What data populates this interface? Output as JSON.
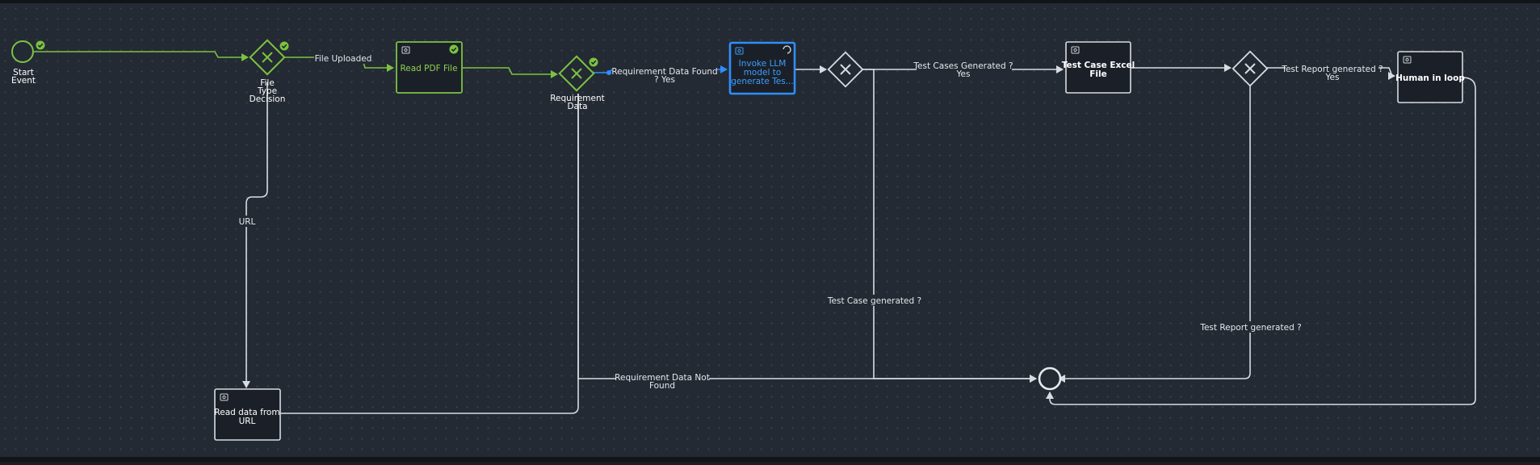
{
  "colors": {
    "background": "#232a33",
    "completed": "#7cc242",
    "active": "#2f8fff",
    "pending": "#d8dce2",
    "task_fill": "#1b2028"
  },
  "nodes": {
    "start_event": {
      "label_line1": "Start",
      "label_line2": "Event",
      "status": "completed"
    },
    "gateway_file_type": {
      "label_line1": "File",
      "label_line2": "Type",
      "label_line3": "Decision",
      "status": "completed"
    },
    "task_read_pdf": {
      "label": "Read PDF File",
      "status": "completed"
    },
    "gateway_requirement": {
      "label_line1": "Requirement",
      "label_line2": "Data",
      "status": "completed"
    },
    "task_invoke_llm": {
      "label_line1": "Invoke LLM",
      "label_line2": "model to",
      "label_line3": "generate Tes...",
      "status": "running"
    },
    "gateway_test_cases": {
      "label": "",
      "status": "pending"
    },
    "task_test_case_excel": {
      "label_line1": "Test Case Excel",
      "label_line2": "File",
      "status": "pending"
    },
    "gateway_test_report": {
      "label": "",
      "status": "pending"
    },
    "task_human_in_loop": {
      "label": "Human in loop",
      "status": "pending"
    },
    "task_read_url": {
      "label_line1": "Read data from",
      "label_line2": "URL",
      "status": "pending"
    },
    "end_event": {
      "label": "",
      "status": "pending"
    }
  },
  "edges": {
    "file_uploaded": "File Uploaded",
    "url": "URL",
    "req_found_line1": "Requirement Data Found",
    "req_found_line2": "? Yes",
    "req_not_found_line1": "Requirement Data Not",
    "req_not_found_line2": "Found",
    "tc_generated_yes_line1": "Test Cases Generated ?",
    "tc_generated_yes_line2": "Yes",
    "tc_generated": "Test Case generated ?",
    "tr_generated_yes_line1": "Test Report generated ?",
    "tr_generated_yes_line2": "Yes",
    "tr_generated": "Test Report generated ?"
  }
}
